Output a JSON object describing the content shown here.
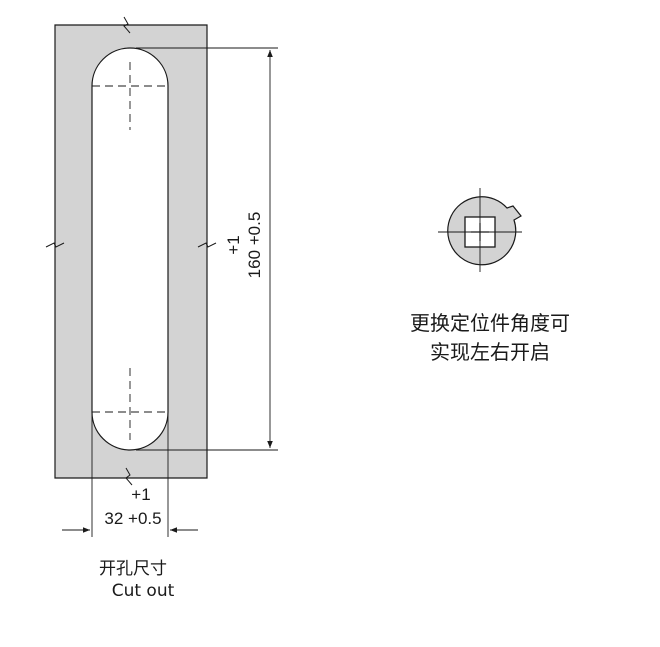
{
  "cutout": {
    "height_tolerance_upper": "+1",
    "height_dimension": "160 +0.5",
    "width_tolerance_upper": "+1",
    "width_dimension": "32 +0.5",
    "caption_cn": "开孔尺寸",
    "caption_en": "Cut out"
  },
  "rotation_note": {
    "line1": "更换定位件角度可",
    "line2": "实现左右开启"
  },
  "colors": {
    "panel_fill": "#d3d3d3",
    "line": "#1a1a1a"
  }
}
